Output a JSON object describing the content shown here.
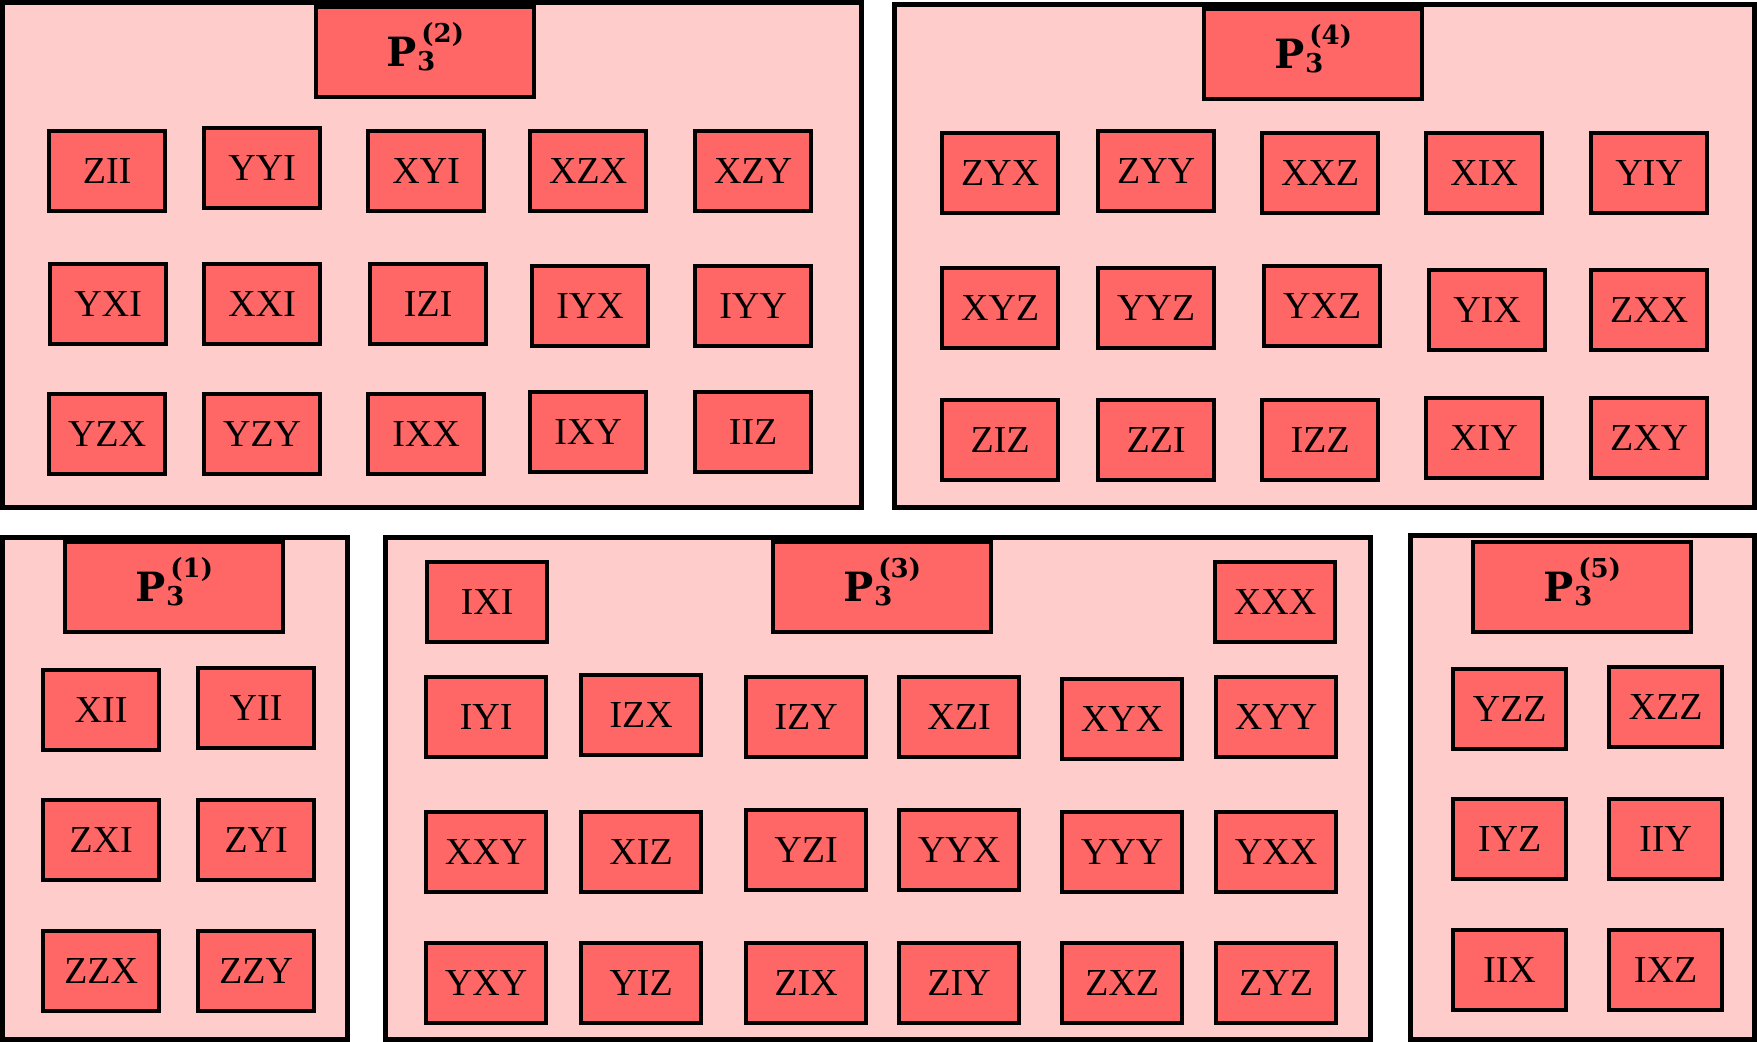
{
  "colors": {
    "panel_bg": "#ffcccc",
    "box_fill": "#ff6666",
    "border": "#000000"
  },
  "panels": [
    {
      "id": "p2",
      "title": {
        "base": "P",
        "sub": "3",
        "sup": "(2)"
      },
      "cells": [
        "ZII",
        "YYI",
        "XYI",
        "XZX",
        "XZY",
        "YXI",
        "XXI",
        "IZI",
        "IYX",
        "IYY",
        "YZX",
        "YZY",
        "IXX",
        "IXY",
        "IIZ"
      ]
    },
    {
      "id": "p4",
      "title": {
        "base": "P",
        "sub": "3",
        "sup": "(4)"
      },
      "cells": [
        "ZYX",
        "ZYY",
        "XXZ",
        "XIX",
        "YIY",
        "XYZ",
        "YYZ",
        "YXZ",
        "YIX",
        "ZXX",
        "ZIZ",
        "ZZI",
        "IZZ",
        "XIY",
        "ZXY"
      ]
    },
    {
      "id": "p1",
      "title": {
        "base": "P",
        "sub": "3",
        "sup": "(1)"
      },
      "cells": [
        "XII",
        "YII",
        "ZXI",
        "ZYI",
        "ZZX",
        "ZZY"
      ]
    },
    {
      "id": "p3",
      "title": {
        "base": "P",
        "sub": "3",
        "sup": "(3)"
      },
      "cells": [
        "IXI",
        "XXX",
        "IYI",
        "IZX",
        "IZY",
        "XZI",
        "XYX",
        "XYY",
        "XXY",
        "XIZ",
        "YZI",
        "YYX",
        "YYY",
        "YXX",
        "YXY",
        "YIZ",
        "ZIX",
        "ZIY",
        "ZXZ",
        "ZYZ"
      ]
    },
    {
      "id": "p5",
      "title": {
        "base": "P",
        "sub": "3",
        "sup": "(5)"
      },
      "cells": [
        "YZZ",
        "XZZ",
        "IYZ",
        "IIY",
        "IIX",
        "IXZ"
      ]
    }
  ]
}
